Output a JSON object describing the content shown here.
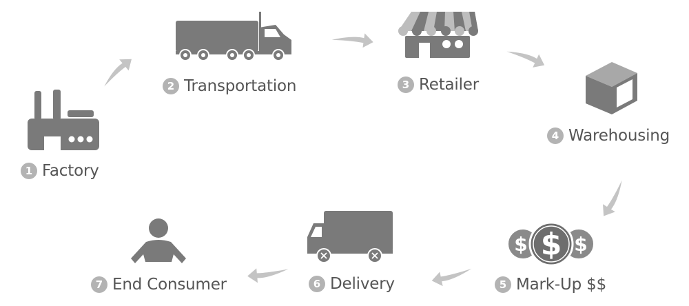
{
  "steps": [
    {
      "number": "1",
      "label": "Factory",
      "icon": "factory-icon"
    },
    {
      "number": "2",
      "label": "Transportation",
      "icon": "truck-icon"
    },
    {
      "number": "3",
      "label": "Retailer",
      "icon": "storefront-icon"
    },
    {
      "number": "4",
      "label": "Warehousing",
      "icon": "box-icon"
    },
    {
      "number": "5",
      "label": "Mark-Up $$",
      "icon": "dollar-coins-icon"
    },
    {
      "number": "6",
      "label": "Delivery",
      "icon": "delivery-van-icon"
    },
    {
      "number": "7",
      "label": "End Consumer",
      "icon": "person-icon"
    }
  ],
  "coin_symbol": "$",
  "colors": {
    "icon": "#7a7a7a",
    "arrow": "#c4c4c4",
    "badge": "#b3b3b3",
    "text": "#555555",
    "background": "#ffffff"
  }
}
